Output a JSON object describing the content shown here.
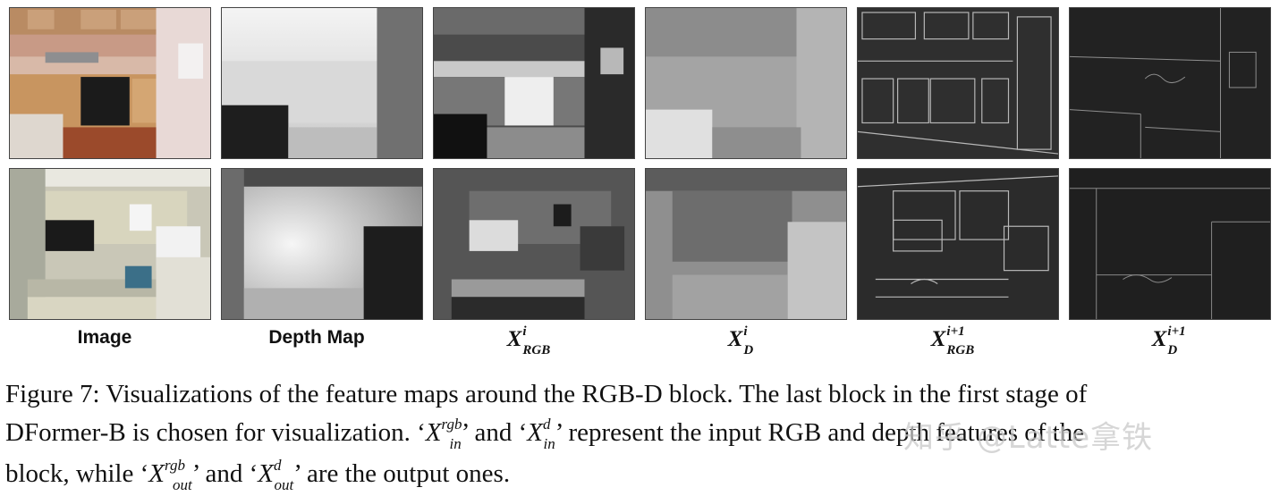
{
  "columns": [
    {
      "label": "Image"
    },
    {
      "label": "Depth Map"
    },
    {
      "label_base": "X",
      "label_sup": "i",
      "label_sub": "RGB"
    },
    {
      "label_base": "X",
      "label_sup": "i",
      "label_sub": "D"
    },
    {
      "label_base": "X",
      "label_sup": "i+1",
      "label_sub": "RGB"
    },
    {
      "label_base": "X",
      "label_sup": "i+1",
      "label_sub": "D"
    }
  ],
  "caption": {
    "line1": "Figure 7:  Visualizations of the feature maps around the RGB-D block.  The last block in the first stage of",
    "line2_a": "DFormer-B is chosen for visualization. ‘",
    "line2_b": "’ and ‘",
    "line2_c": "’ represent the input RGB and depth features of the",
    "line3_a": "block, while ‘",
    "line3_b": "’ and ‘",
    "line3_c": "’ are the output ones.",
    "sym_x": "X",
    "sup_rgb": "rgb",
    "sup_d": "d",
    "sub_in": "in",
    "sub_out": "out"
  },
  "watermark": "知乎 @Latte拿铁"
}
